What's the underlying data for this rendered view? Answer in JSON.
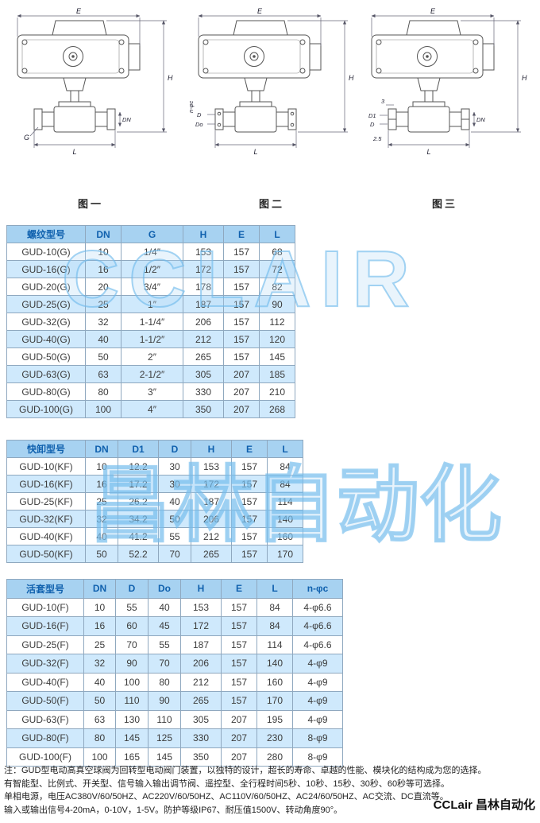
{
  "page": {
    "watermark_latin": "CCLAIR",
    "watermark_cn": "昌林自动化",
    "brand": "CCLair 昌林自动化"
  },
  "figures": [
    {
      "caption": "图一",
      "labels": {
        "top": "E",
        "side": "H",
        "bottom": "L",
        "a": "G",
        "b": "DN"
      }
    },
    {
      "caption": "图二",
      "labels": {
        "top": "E",
        "side": "H",
        "bottom": "L",
        "a": "n-φc",
        "b": "D",
        "c": "Do"
      }
    },
    {
      "caption": "图三",
      "labels": {
        "top": "E",
        "side": "H",
        "bottom": "L",
        "a": "3",
        "b": "D1",
        "c": "D",
        "d": "2.5",
        "e": "DN"
      }
    }
  ],
  "table1": {
    "headers": [
      "螺纹型号",
      "DN",
      "G",
      "H",
      "E",
      "L"
    ],
    "rows": [
      [
        "GUD-10(G)",
        "10",
        "1/4″",
        "153",
        "157",
        "68"
      ],
      [
        "GUD-16(G)",
        "16",
        "1/2″",
        "172",
        "157",
        "72"
      ],
      [
        "GUD-20(G)",
        "20",
        "3/4″",
        "178",
        "157",
        "82"
      ],
      [
        "GUD-25(G)",
        "25",
        "1″",
        "187",
        "157",
        "90"
      ],
      [
        "GUD-32(G)",
        "32",
        "1-1/4″",
        "206",
        "157",
        "112"
      ],
      [
        "GUD-40(G)",
        "40",
        "1-1/2″",
        "212",
        "157",
        "120"
      ],
      [
        "GUD-50(G)",
        "50",
        "2″",
        "265",
        "157",
        "145"
      ],
      [
        "GUD-63(G)",
        "63",
        "2-1/2″",
        "305",
        "207",
        "185"
      ],
      [
        "GUD-80(G)",
        "80",
        "3″",
        "330",
        "207",
        "210"
      ],
      [
        "GUD-100(G)",
        "100",
        "4″",
        "350",
        "207",
        "268"
      ]
    ]
  },
  "table2": {
    "headers": [
      "快卸型号",
      "DN",
      "D1",
      "D",
      "H",
      "E",
      "L"
    ],
    "rows": [
      [
        "GUD-10(KF)",
        "10",
        "12.2",
        "30",
        "153",
        "157",
        "84"
      ],
      [
        "GUD-16(KF)",
        "16",
        "17.2",
        "30",
        "172",
        "157",
        "84"
      ],
      [
        "GUD-25(KF)",
        "25",
        "26.2",
        "40",
        "187",
        "157",
        "114"
      ],
      [
        "GUD-32(KF)",
        "32",
        "34.2",
        "50",
        "206",
        "157",
        "140"
      ],
      [
        "GUD-40(KF)",
        "40",
        "41.2",
        "55",
        "212",
        "157",
        "160"
      ],
      [
        "GUD-50(KF)",
        "50",
        "52.2",
        "70",
        "265",
        "157",
        "170"
      ]
    ]
  },
  "table3": {
    "headers": [
      "活套型号",
      "DN",
      "D",
      "Do",
      "H",
      "E",
      "L",
      "n-φc"
    ],
    "rows": [
      [
        "GUD-10(F)",
        "10",
        "55",
        "40",
        "153",
        "157",
        "84",
        "4-φ6.6"
      ],
      [
        "GUD-16(F)",
        "16",
        "60",
        "45",
        "172",
        "157",
        "84",
        "4-φ6.6"
      ],
      [
        "GUD-25(F)",
        "25",
        "70",
        "55",
        "187",
        "157",
        "114",
        "4-φ6.6"
      ],
      [
        "GUD-32(F)",
        "32",
        "90",
        "70",
        "206",
        "157",
        "140",
        "4-φ9"
      ],
      [
        "GUD-40(F)",
        "40",
        "100",
        "80",
        "212",
        "157",
        "160",
        "4-φ9"
      ],
      [
        "GUD-50(F)",
        "50",
        "110",
        "90",
        "265",
        "157",
        "170",
        "4-φ9"
      ],
      [
        "GUD-63(F)",
        "63",
        "130",
        "110",
        "305",
        "207",
        "195",
        "4-φ9"
      ],
      [
        "GUD-80(F)",
        "80",
        "145",
        "125",
        "330",
        "207",
        "230",
        "8-φ9"
      ],
      [
        "GUD-100(F)",
        "100",
        "165",
        "145",
        "350",
        "207",
        "280",
        "8-φ9"
      ]
    ]
  },
  "notes": [
    "注：GUD型电动高真空球阀为回转型电动阀门装置，以独特的设计，超长的寿命、卓越的性能、模块化的结构成为您的选择。",
    "有智能型、比例式、开关型、信号输入输出调节阀、遥控型、全行程时间5秒、10秒、15秒、30秒、60秒等可选择。",
    "单相电源，电压AC380V/60/50HZ、AC220V/60/50HZ、AC110V/60/50HZ、AC24/60/50HZ、AC交流、DC直流等。",
    "输入或输出信号4-20mA，0-10V，1-5V。防护等级IP67、耐压值1500V、转动角度90°。"
  ]
}
